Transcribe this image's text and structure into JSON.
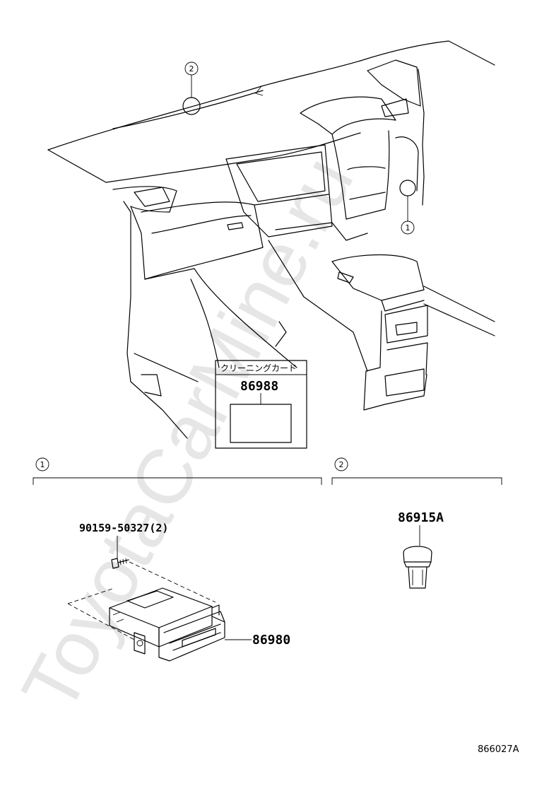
{
  "watermark": "ToyotaCarMine.ru",
  "callouts": {
    "c1": "1",
    "c2": "2"
  },
  "label_box": {
    "title": "クリーニングカード",
    "part_number": "86988"
  },
  "sections": [
    {
      "marker": "1",
      "parts": [
        "90159-50327(2)",
        "86980"
      ]
    },
    {
      "marker": "2",
      "parts": [
        "86915A"
      ]
    }
  ],
  "illustration_code": "866027A"
}
